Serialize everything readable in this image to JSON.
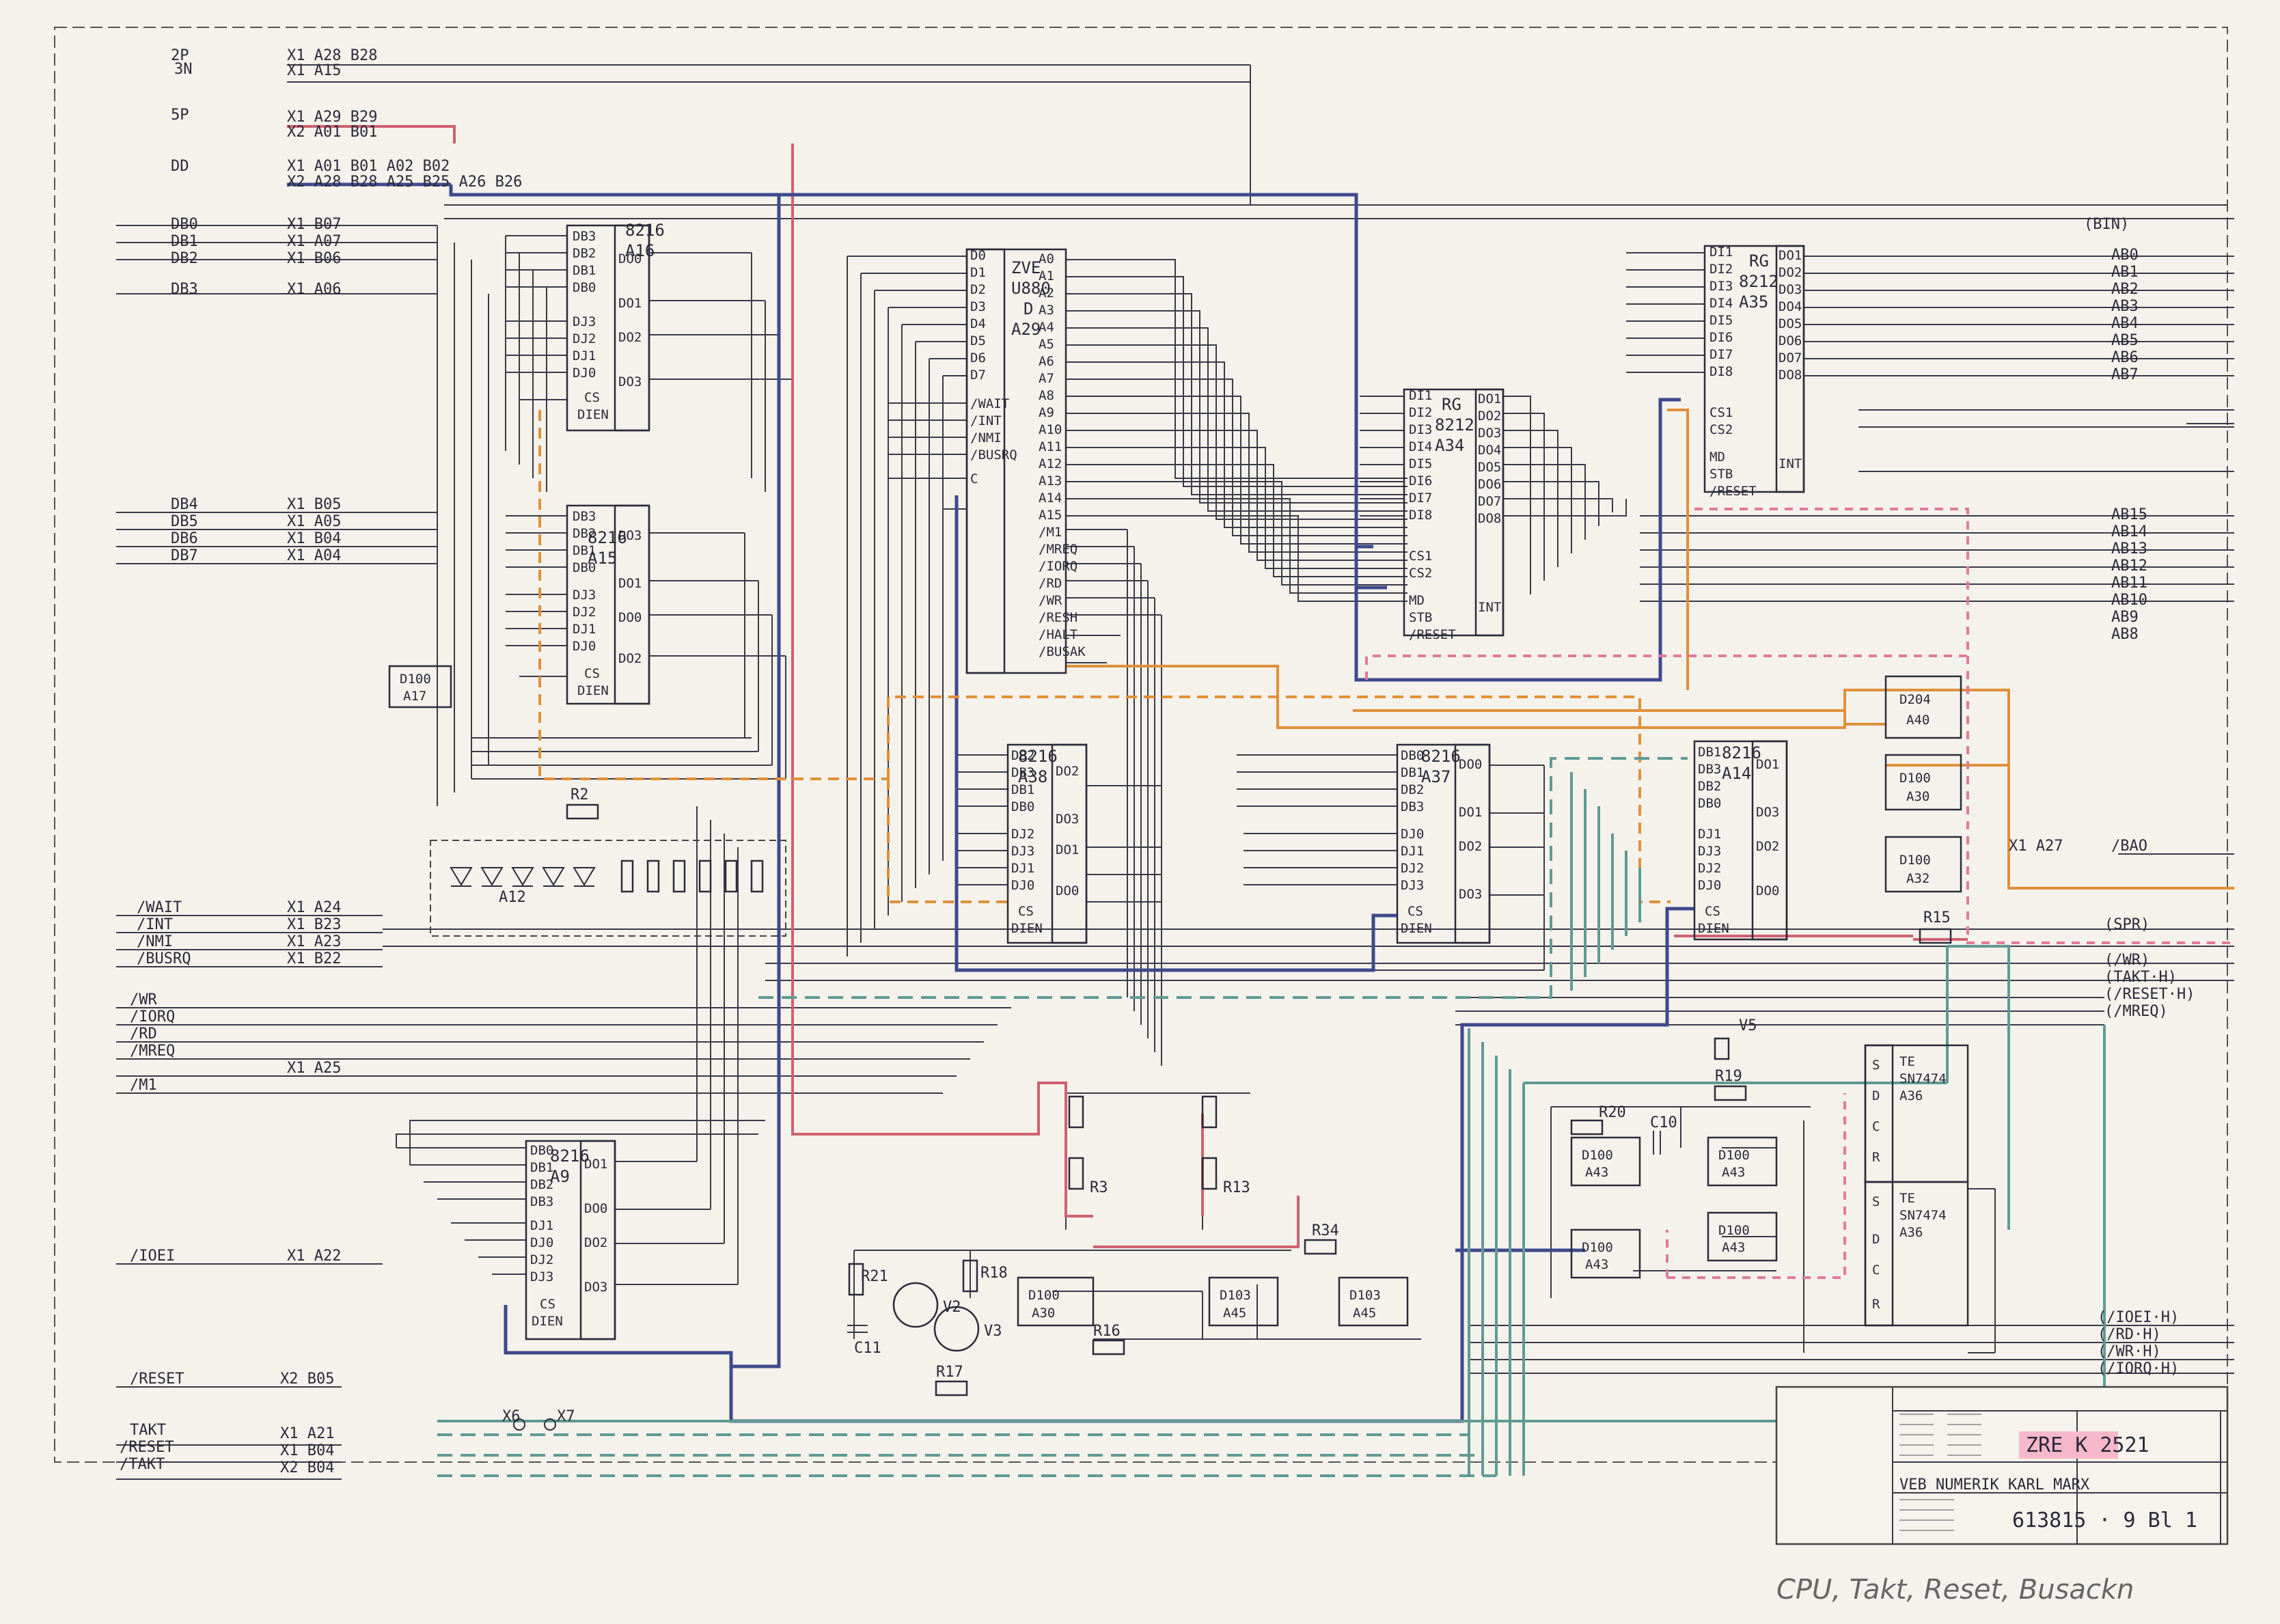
{
  "connector_labels": {
    "x1_a28": "X1 A28 B28",
    "x1_a15": "X1 A15",
    "x1_a29": "X1 A29 B29",
    "x2_a01": "X2 A01 B01",
    "x1_a01": "X1 A01 B01 A02 B02",
    "x2_a28": "X2 A28 B28 A25 B25 A26 B26",
    "x1_b07": "X1 B07",
    "x1_a07": "X1 A07",
    "x1_b06": "X1 B06",
    "x1_a06": "X1 A06",
    "x1_b05": "X1 B05",
    "x1_a05": "X1 A05",
    "x1_b04": "X1 B04",
    "x1_a04": "X1 A04",
    "x1_a24": "X1 A24",
    "x1_b23": "X1 B23",
    "x1_a23": "X1 A23",
    "x1_b22": "X1 B22",
    "x1_a22": "X1 A22",
    "x2_b05": "X2 B05",
    "x1_a21": "X1 A21",
    "x1_b04b": "X1 B04",
    "x2_b04": "X2 B04",
    "x1_a27": "X1 A27",
    "x1_a25": "X1 A25",
    "p5": "5P",
    "p2": "2P",
    "p3n": "3N",
    "dd": "DD",
    "db0": "DB0",
    "db1": "DB1",
    "db2": "DB2",
    "db3": "DB3",
    "db4": "DB4",
    "db5": "DB5",
    "db6": "DB6",
    "db7": "DB7",
    "wait": "/WAIT",
    "int": "/INT",
    "nmi": "/NMI",
    "busrq": "/BUSRQ",
    "wr": "/WR",
    "iorq": "/IORQ",
    "rd": "/RD",
    "mreq": "/MREQ",
    "m1": "/M1",
    "ioei": "/IOEI",
    "reset": "/RESET",
    "takt": "TAKT",
    "reset2": "/RESET",
    "takt2": "/TAKT",
    "bao": "/BAO",
    "spr": "(SPR)",
    "wr_h": "(/WR)",
    "takt_h": "(TAKT·H)",
    "reset_h": "(/RESET·H)",
    "mreq_h": "(/MREQ)",
    "ioei_h": "(/IOEI·H)",
    "rd_h": "(/RD·H)",
    "wr_h2": "(/WR·H)",
    "iorq_h": "(/IORQ·H)",
    "bin": "(BIN)"
  },
  "components": {
    "a16": [
      "8216",
      "A16"
    ],
    "a15": [
      "8216",
      "A15"
    ],
    "a29": [
      "ZVE",
      "U880",
      "D",
      "A29"
    ],
    "a35": [
      "RG",
      "8212",
      "A35"
    ],
    "a34": [
      "RG",
      "8212",
      "A34"
    ],
    "a38": [
      "8216",
      "A38"
    ],
    "a37": [
      "8216",
      "A37"
    ],
    "a14": [
      "8216",
      "A14"
    ],
    "a9": [
      "8216",
      "A9"
    ],
    "a17": [
      "D100",
      "A17"
    ],
    "a12": "A12",
    "a40": [
      "D204",
      "A40"
    ],
    "a30": [
      "D100",
      "A30"
    ],
    "a32": [
      "D100",
      "A32"
    ],
    "a43": [
      "D100",
      "A43"
    ],
    "a36": [
      "TE",
      "SN7474",
      "A36"
    ],
    "a36b": [
      "TE",
      "SN7474",
      "A36"
    ],
    "a30b": [
      "D100",
      "A30"
    ],
    "a45": [
      "D103",
      "A45"
    ],
    "a45b": [
      "D103",
      "A45"
    ],
    "r2": "R2",
    "r3": "R3",
    "r13": "R13",
    "r15": "R15",
    "r16": "R16",
    "r17": "R17",
    "r18": "R18",
    "r19": "R19",
    "r20": "R20",
    "r21": "R21",
    "r34": "R34",
    "v2": "V2",
    "v3": "V3",
    "v5": "V5",
    "c11": "C11",
    "c10": "C10",
    "x6": "X6",
    "x7": "X7"
  },
  "pins": {
    "dbs": [
      "DB0",
      "DB1",
      "DB2",
      "DB3"
    ],
    "djs": [
      "DJ0",
      "DJ1",
      "DJ2",
      "DJ3"
    ],
    "dos": [
      "DO0",
      "DO1",
      "DO2",
      "DO3"
    ],
    "cs": "CS",
    "dien": "DIEN",
    "cpu_left": [
      "D0",
      "D1",
      "D2",
      "D3",
      "D4",
      "D5",
      "D6",
      "D7",
      "/WAIT",
      "/INT",
      "/NMI",
      "/BUSRQ",
      "C"
    ],
    "cpu_right": [
      "A0",
      "A1",
      "A2",
      "A3",
      "A4",
      "A5",
      "A6",
      "A7",
      "A8",
      "A9",
      "A10",
      "A11",
      "A12",
      "A13",
      "A14",
      "A15",
      "/M1",
      "/MREQ",
      "/IORQ",
      "/RD",
      "/WR",
      "/RESH",
      "/HALT",
      "/BUSAK"
    ],
    "rg_left": [
      "DI1",
      "DI2",
      "DI3",
      "DI4",
      "DI5",
      "DI6",
      "DI7",
      "DI8",
      "CS1",
      "CS2",
      "MD",
      "STB",
      "/RESET"
    ],
    "rg_right": [
      "DO1",
      "DO2",
      "DO3",
      "DO4",
      "DO5",
      "DO6",
      "DO7",
      "DO8",
      "INT"
    ],
    "ab_lo": [
      "AB0",
      "AB1",
      "AB2",
      "AB3",
      "AB4",
      "AB5",
      "AB6",
      "AB7"
    ],
    "ab_hi": [
      "AB15",
      "AB14",
      "AB13",
      "AB12",
      "AB11",
      "AB10",
      "AB9",
      "AB8"
    ],
    "ff": [
      "S",
      "D",
      "C",
      "R"
    ]
  },
  "title_block": {
    "drawing_id": "ZRE K 2521",
    "sheet": "613815 · 9  Bl 1",
    "org": "VEB NUMERIK KARL MARX"
  },
  "handwritten_note": "CPU, Takt, Reset, Busackn"
}
